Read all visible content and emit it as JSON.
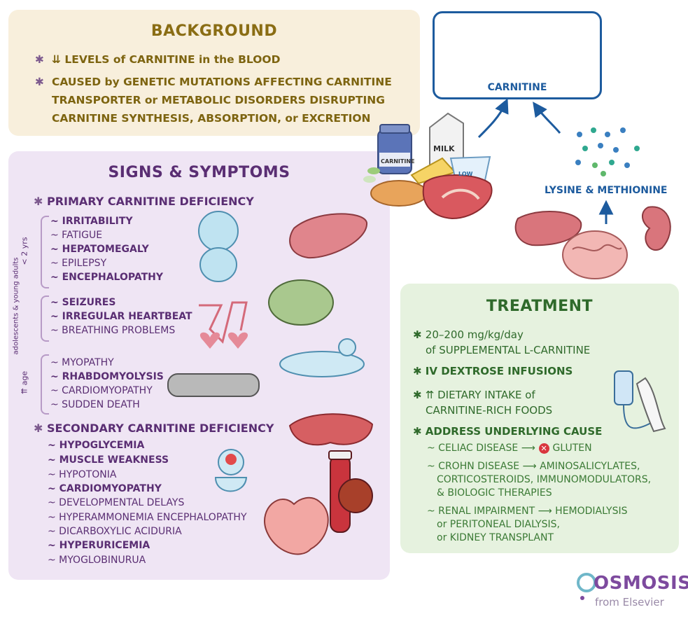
{
  "background": {
    "title": "BACKGROUND",
    "items": [
      "⇊ LEVELS of CARNITINE in the BLOOD",
      "CAUSED by GENETIC MUTATIONS AFFECTING CARNITINE TRANSPORTER or METABOLIC DISORDERS DISRUPTING CARNITINE SYNTHESIS, ABSORPTION, or EXCRETION"
    ]
  },
  "signs": {
    "title": "SIGNS & SYMPTOMS",
    "primary": "PRIMARY CARNITINE DEFICIENCY",
    "age_groups": [
      {
        "label": "< 2 yrs",
        "symptoms": [
          {
            "text": "~ IRRITABILITY",
            "bold": true
          },
          {
            "text": "~ FATIGUE",
            "bold": false
          },
          {
            "text": "~ HEPATOMEGALY",
            "bold": true
          },
          {
            "text": "~ EPILEPSY",
            "bold": false
          },
          {
            "text": "~ ENCEPHALOPATHY",
            "bold": true
          }
        ]
      },
      {
        "label": "adolescents & young adults",
        "symptoms": [
          {
            "text": "~ SEIZURES",
            "bold": true
          },
          {
            "text": "~ IRREGULAR HEARTBEAT",
            "bold": true
          },
          {
            "text": "~ BREATHING PROBLEMS",
            "bold": false
          }
        ]
      },
      {
        "label": "⇈ age",
        "symptoms": [
          {
            "text": "~ MYOPATHY",
            "bold": false
          },
          {
            "text": "~ RHABDOMYOLYSIS",
            "bold": true
          },
          {
            "text": "~ CARDIOMYOPATHY",
            "bold": false
          },
          {
            "text": "~ SUDDEN DEATH",
            "bold": false
          }
        ]
      }
    ],
    "secondary": "SECONDARY CARNITINE DEFICIENCY",
    "secondary_symptoms": [
      {
        "text": "~ HYPOGLYCEMIA",
        "bold": true
      },
      {
        "text": "~ MUSCLE WEAKNESS",
        "bold": true
      },
      {
        "text": "~ HYPOTONIA",
        "bold": false
      },
      {
        "text": "~ CARDIOMYOPATHY",
        "bold": true
      },
      {
        "text": "~ DEVELOPMENTAL DELAYS",
        "bold": false
      },
      {
        "text": "~ HYPERAMMONEMIA ENCEPHALOPATHY",
        "bold": false
      },
      {
        "text": "~ DICARBOXYLIC ACIDURIA",
        "bold": false
      },
      {
        "text": "~ HYPERURICEMIA",
        "bold": true
      },
      {
        "text": "~ MYOGLOBINURUA",
        "bold": false
      }
    ]
  },
  "diagram": {
    "carnitine": "CARNITINE",
    "precursors": "LYSINE & METHIONINE",
    "milk_label": "MILK",
    "bottle_label": "CARNITINE",
    "yogurt_label": "LOW"
  },
  "treatment": {
    "title": "TREATMENT",
    "dose_line1": "20–200 mg/kg/day",
    "dose_line2": "of SUPPLEMENTAL L-CARNITINE",
    "iv": "IV DEXTROSE INFUSIONS",
    "diet_line1": "⇈ DIETARY INTAKE of",
    "diet_line2": "CARNITINE-RICH FOODS",
    "address": "ADDRESS UNDERLYING CAUSE",
    "celiac_a": "~ CELIAC DISEASE ⟶",
    "celiac_b": "GLUTEN",
    "crohn_1": "~ CROHN DISEASE ⟶ AMINOSALICYLATES,",
    "crohn_2": "CORTICOSTEROIDS, IMMUNOMODULATORS,",
    "crohn_3": "& BIOLOGIC THERAPIES",
    "renal_1": "~ RENAL IMPAIRMENT ⟶ HEMODIALYSIS",
    "renal_2": "or PERITONEAL DIALYSIS,",
    "renal_3": "or KIDNEY TRANSPLANT"
  },
  "logo": {
    "name": "OSMOSIS",
    "sub": "from Elsevier"
  },
  "colors": {
    "purple": "#5a2e73",
    "gold": "#8a6d14",
    "green": "#2f6a2b",
    "blue": "#1d5b9e"
  }
}
